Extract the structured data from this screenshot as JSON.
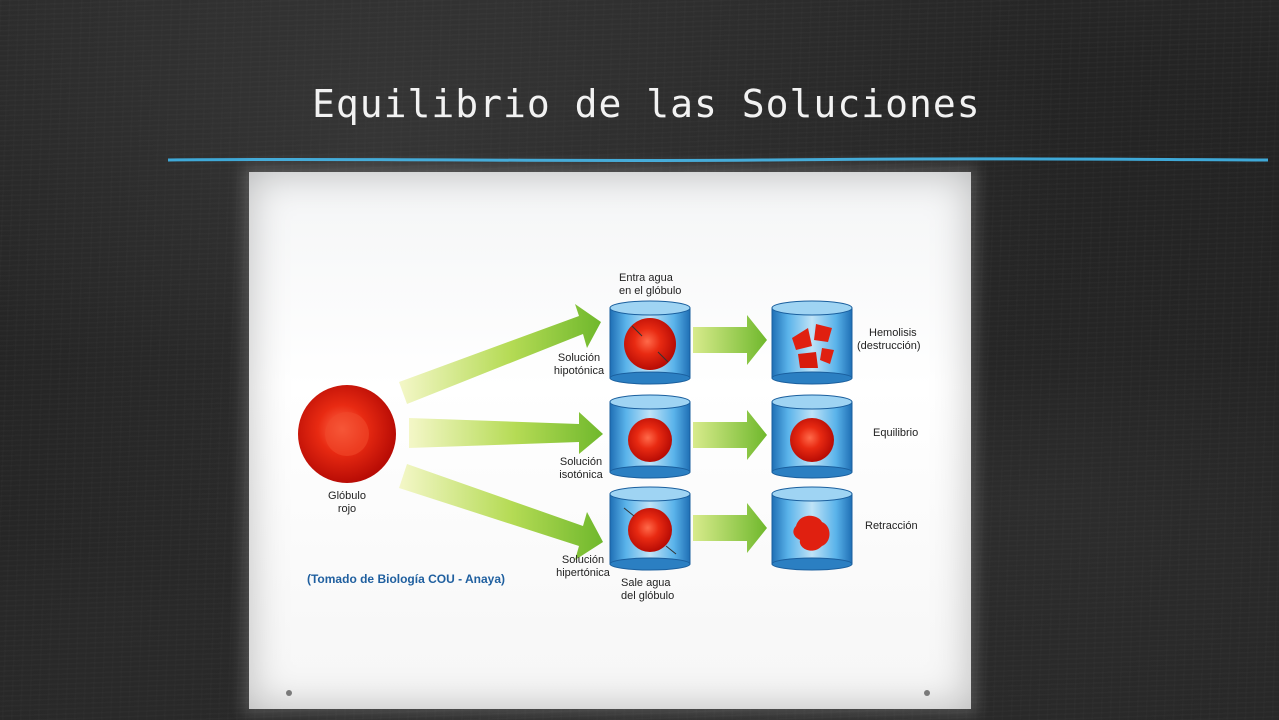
{
  "slide": {
    "title": "Equilibrio de las Soluciones"
  },
  "colors": {
    "title_rule": "#3fa9d8",
    "cell_red": "#e02010",
    "beaker_blue": "#2f8fd0",
    "arrow_green": "#7cc23a",
    "credit_blue": "#1f5f9f"
  },
  "diagram": {
    "source": {
      "label_line1": "Glóbulo",
      "label_line2": "rojo"
    },
    "rows": [
      {
        "solution_line1": "Solución",
        "solution_line2": "hipotónica",
        "result": "Hemolisis",
        "result_line2": "(destrucción)"
      },
      {
        "solution_line1": "Solución",
        "solution_line2": "isotónica",
        "result": "Equilibrio",
        "result_line2": ""
      },
      {
        "solution_line1": "Solución",
        "solution_line2": "hipertónica",
        "result": "Retracción",
        "result_line2": ""
      }
    ],
    "notes": {
      "water_in_line1": "Entra agua",
      "water_in_line2": "en el glóbulo",
      "water_out_line1": "Sale agua",
      "water_out_line2": "del glóbulo"
    },
    "credit": "(Tomado de Biología COU - Anaya)"
  },
  "icons": {
    "beaker": "beaker-icon",
    "cell": "red-blood-cell-icon",
    "arrow": "arrow-right-icon"
  }
}
